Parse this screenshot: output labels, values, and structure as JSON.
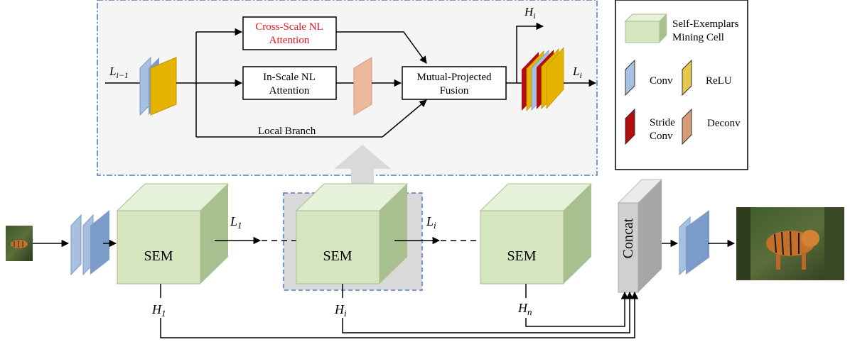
{
  "top_module": {
    "input_label": "L",
    "input_sub": "i−1",
    "cross_scale_line1": "Cross-Scale NL",
    "cross_scale_line2": "Attention",
    "in_scale_line1": "In-Scale NL",
    "in_scale_line2": "Attention",
    "fusion_line1": "Mutual-Projected",
    "fusion_line2": "Fusion",
    "local_branch": "Local Branch",
    "out_h_label": "H",
    "out_h_sub": "i",
    "out_l_label": "L",
    "out_l_sub": "i"
  },
  "legend": {
    "sem_line1": "Self-Exemplars",
    "sem_line2": "Mining Cell",
    "conv": "Conv",
    "relu": "ReLU",
    "stride_line1": "Stride",
    "stride_line2": "Conv",
    "deconv": "Deconv"
  },
  "pipeline": {
    "sem1": "SEM",
    "sem2": "SEM",
    "sem3": "SEM",
    "concat": "Concat",
    "l1_label": "L",
    "l1_sub": "1",
    "li_label": "L",
    "li_sub": "i",
    "h1_label": "H",
    "h1_sub": "1",
    "hi_label": "H",
    "hi_sub": "i",
    "hn_label": "H",
    "hn_sub": "n"
  },
  "colors": {
    "conv": "#a7c0e0",
    "conv_dark": "#7b9cc8",
    "relu": "#e6b400",
    "relu_dark": "#c39400",
    "stride": "#b30d0d",
    "deconv": "#eeb89c",
    "sem_front": "#d4e5c0",
    "sem_top": "#e6f1d9",
    "sem_side": "#a8bf8f",
    "dash_border": "#4a76c5",
    "highlight_bg": "#d9d9d9",
    "module_bg": "#f5f5f5",
    "cross_scale_text": "#e0141e"
  }
}
